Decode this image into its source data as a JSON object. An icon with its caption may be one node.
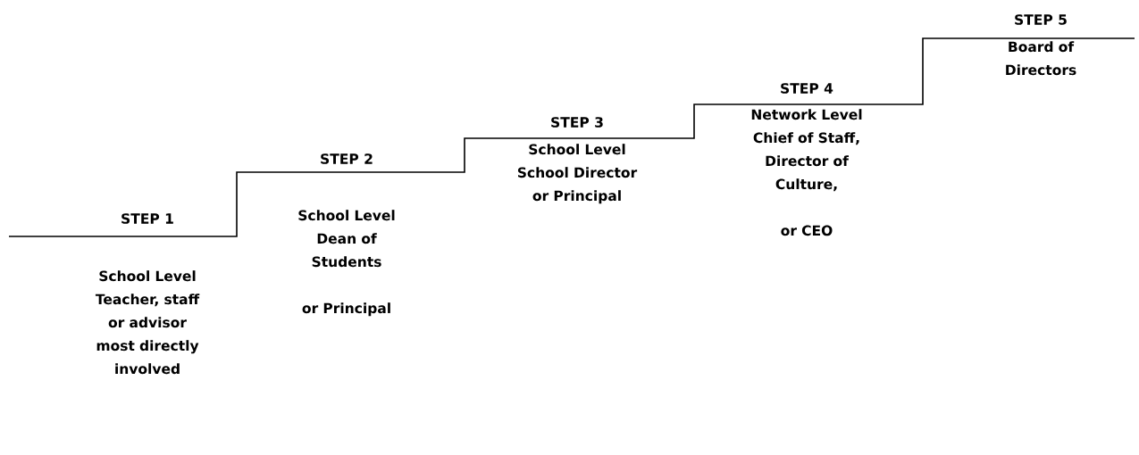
{
  "diagram": {
    "nodes": [
      {
        "text": [
          "STEP 1",
          "School Level Teacher, staff or advisor most directly involved"
        ]
      },
      {
        "text": [
          "STEP 2",
          "School Level Dean of Students",
          "or Principal"
        ]
      },
      {
        "text": [
          "STEP 3",
          "School Level School Director or Principal"
        ]
      },
      {
        "text": [
          "STEP 4",
          "Network Level Chief of Staff, Director of Culture,",
          "or CEO"
        ]
      },
      {
        "text": [
          "STEP 5",
          "Board of Directors"
        ]
      }
    ]
  }
}
